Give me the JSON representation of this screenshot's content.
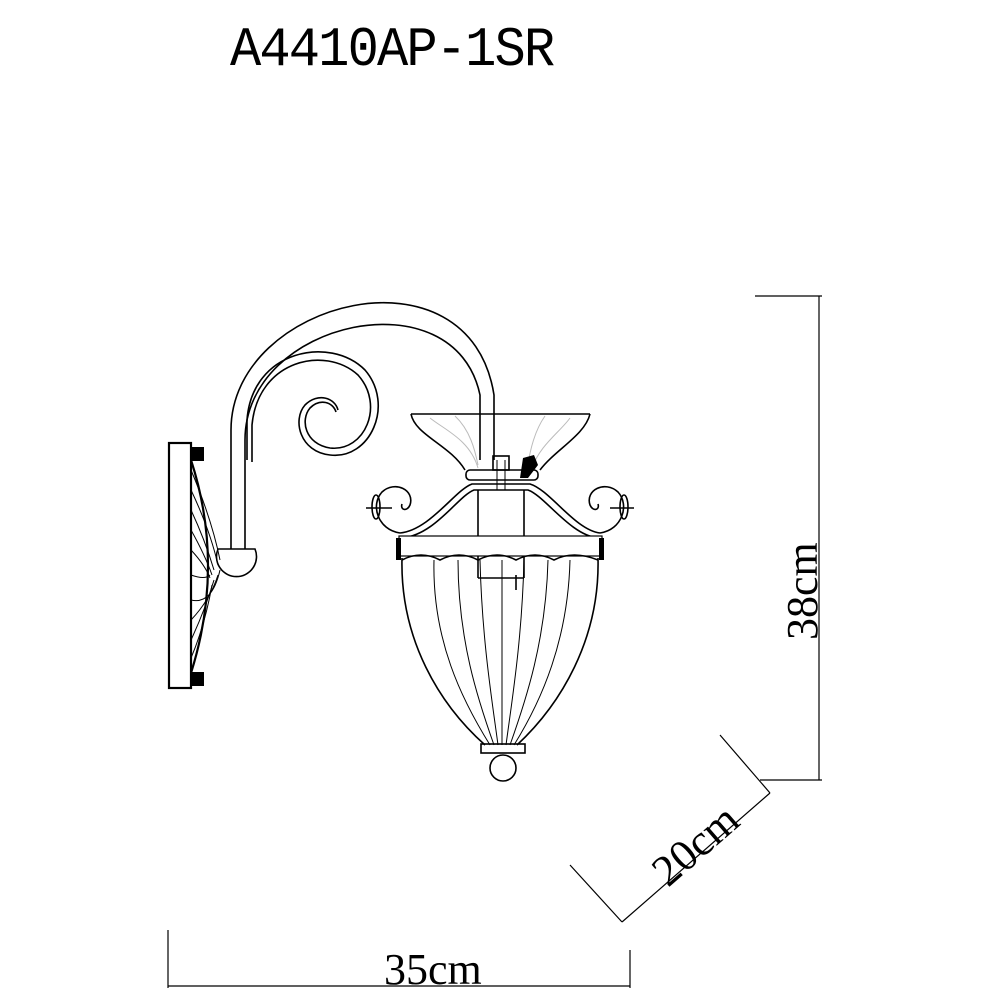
{
  "title": "A4410AP-1SR",
  "dimensions": {
    "height": {
      "label": "38cm",
      "value": 38,
      "unit": "cm"
    },
    "depth": {
      "label": "20cm",
      "value": 20,
      "unit": "cm"
    },
    "width": {
      "label": "35cm",
      "value": 35,
      "unit": "cm"
    }
  },
  "drawing": {
    "subject": "wall-sconce-side-elevation",
    "parts": [
      "wall-plate",
      "curved-arm",
      "scroll-ornament",
      "glass-cup",
      "frame-scrolls",
      "fringe-band",
      "lantern-shade",
      "bottom-finial"
    ]
  }
}
